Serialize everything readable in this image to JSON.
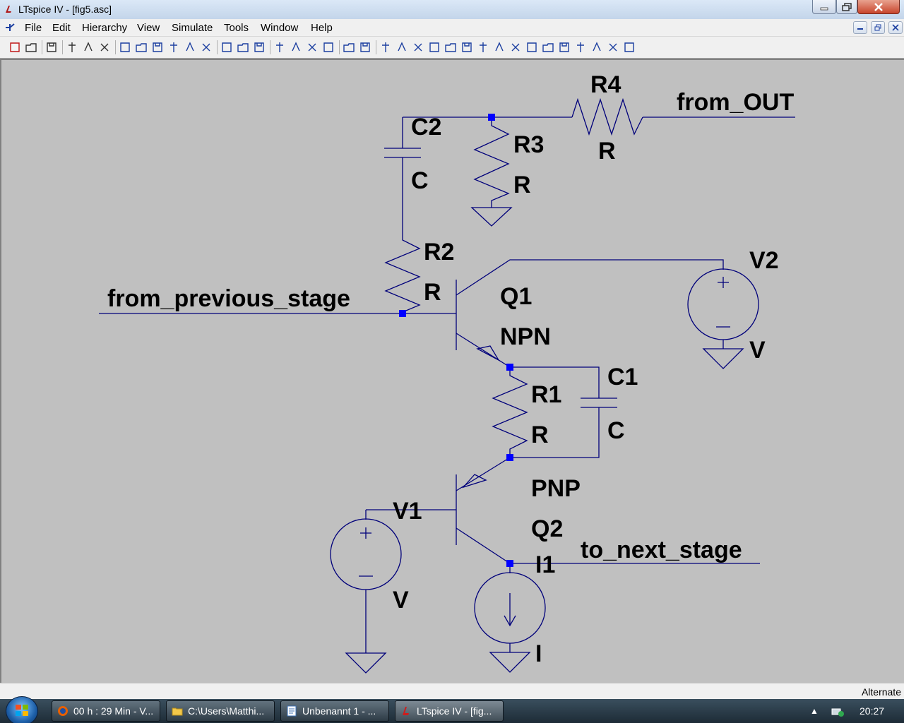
{
  "window": {
    "title": "LTspice IV - [fig5.asc]",
    "colors": {
      "wire": "#00007a",
      "junction": "#0000ff",
      "canvas": "#c0c0c0"
    }
  },
  "menu": {
    "items": [
      {
        "label": "File",
        "name": "file"
      },
      {
        "label": "Edit",
        "name": "edit"
      },
      {
        "label": "Hierarchy",
        "name": "hierarchy"
      },
      {
        "label": "View",
        "name": "view"
      },
      {
        "label": "Simulate",
        "name": "simulate"
      },
      {
        "label": "Tools",
        "name": "tools"
      },
      {
        "label": "Window",
        "name": "window"
      },
      {
        "label": "Help",
        "name": "help"
      }
    ]
  },
  "toolbar": {
    "icons": [
      "new-schematic-icon",
      "open-icon",
      "save-icon",
      "control-panel-icon",
      "run-icon",
      "halt-icon",
      "zoom-in-icon",
      "zoom-pan-icon",
      "zoom-out-icon",
      "zoom-fit-icon",
      "autoscale-icon",
      "delete-trace-icon",
      "tile-horizontal-icon",
      "cascade-icon",
      "tile-vertical-icon",
      "cut-icon",
      "copy-icon",
      "paste-icon",
      "find-icon",
      "print-setup-icon",
      "print-icon",
      "draw-wire-icon",
      "ground-icon",
      "label-net-icon",
      "resistor-icon",
      "capacitor-icon",
      "inductor-icon",
      "diode-icon",
      "component-icon",
      "move-icon",
      "drag-icon",
      "undo-icon",
      "redo-icon",
      "rotate-icon",
      "mirror-icon",
      "text-icon",
      "spice-directive-icon"
    ]
  },
  "schematic": {
    "components": [
      {
        "ref": "R4",
        "value": "R"
      },
      {
        "ref": "R3",
        "value": "R"
      },
      {
        "ref": "C2",
        "value": "C"
      },
      {
        "ref": "R2",
        "value": "R"
      },
      {
        "ref": "Q1",
        "value": "NPN"
      },
      {
        "ref": "V2",
        "value": "V"
      },
      {
        "ref": "R1",
        "value": "R"
      },
      {
        "ref": "C1",
        "value": "C"
      },
      {
        "ref": "Q2",
        "value": "PNP"
      },
      {
        "ref": "V1",
        "value": "V"
      },
      {
        "ref": "I1",
        "value": "I"
      }
    ],
    "net_labels": {
      "from_out": "from_OUT",
      "from_previous_stage": "from_previous_stage",
      "to_next_stage": "to_next_stage"
    }
  },
  "status": {
    "text": "Alternate"
  },
  "taskbar": {
    "tasks": [
      {
        "label": "00 h : 29 Min - V...",
        "icon": "firefox-icon"
      },
      {
        "label": "C:\\Users\\Matthi...",
        "icon": "folder-icon"
      },
      {
        "label": "Unbenannt 1 - ...",
        "icon": "document-icon"
      },
      {
        "label": "LTspice IV - [fig...",
        "icon": "ltspice-icon"
      }
    ],
    "clock": "20:27"
  }
}
